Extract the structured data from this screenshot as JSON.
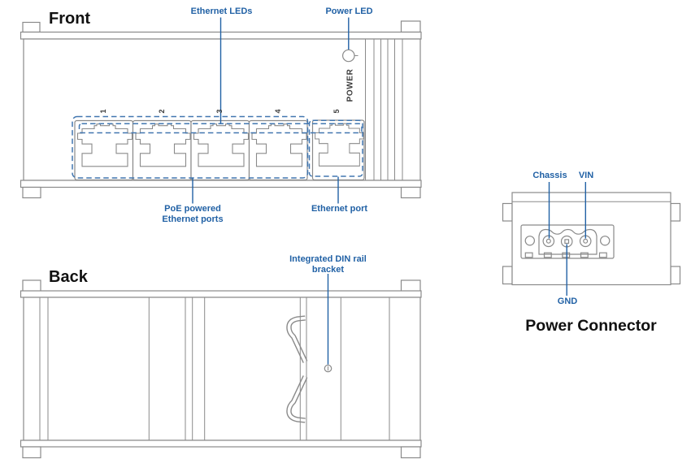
{
  "front": {
    "title": "Front",
    "callouts": {
      "ethernet_leds": "Ethernet LEDs",
      "power_led": "Power LED",
      "poe_ports_line1": "PoE powered",
      "poe_ports_line2": "Ethernet ports",
      "ethernet_port": "Ethernet port"
    },
    "panel_text": {
      "power": "POWER"
    },
    "port_numbers": [
      "1",
      "2",
      "3",
      "4",
      "5"
    ]
  },
  "back": {
    "title": "Back",
    "callouts": {
      "din_line1": "Integrated DIN rail",
      "din_line2": "bracket"
    }
  },
  "power_connector": {
    "title": "Power Connector",
    "callouts": {
      "chassis": "Chassis",
      "vin": "VIN",
      "gnd": "GND"
    }
  },
  "colors": {
    "callout_blue": "#2161a5",
    "dashed_blue": "#4277b0",
    "line_gray": "#8a8a8a",
    "title_black": "#111111",
    "panel_text_gray": "#3d3d3d"
  }
}
